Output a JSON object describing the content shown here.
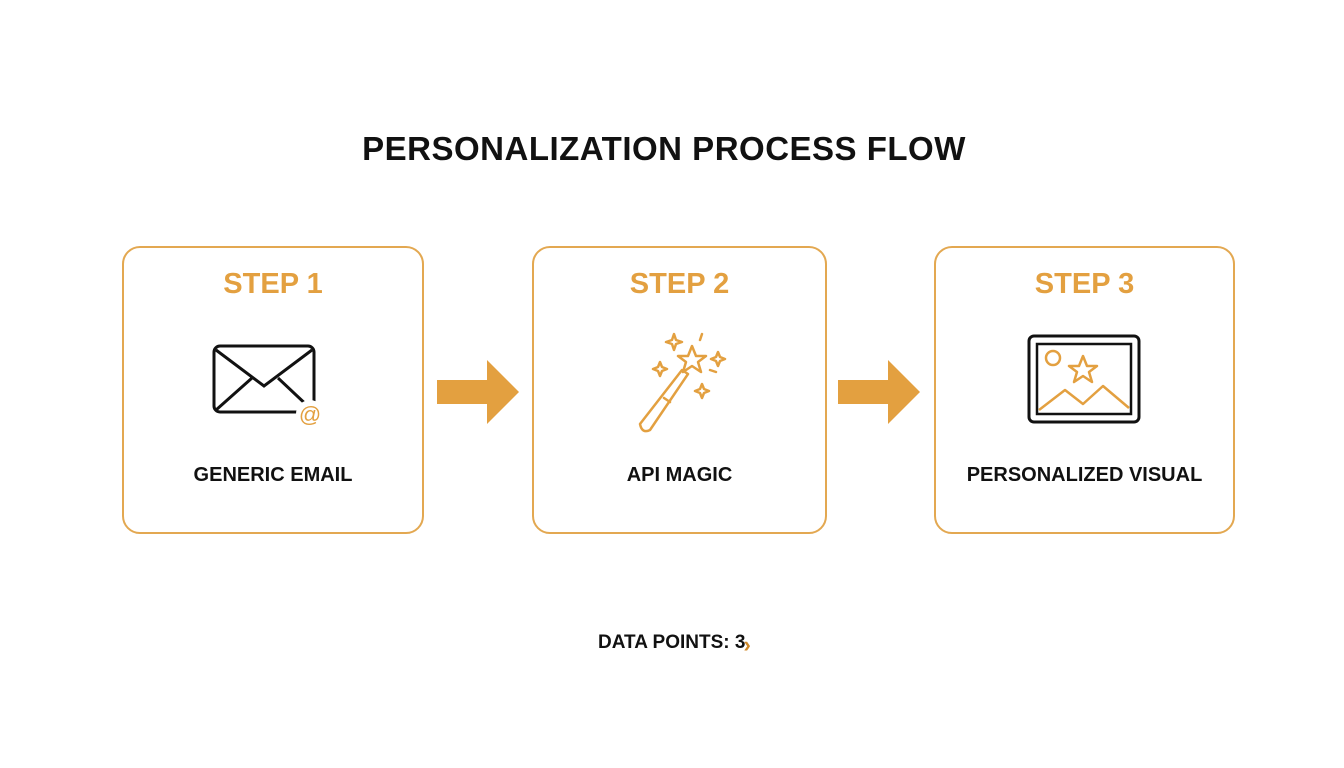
{
  "title": "PERSONALIZATION PROCESS FLOW",
  "steps": [
    {
      "step": "STEP 1",
      "label": "GENERIC EMAIL",
      "icon": "email-icon"
    },
    {
      "step": "STEP 2",
      "label": "API MAGIC",
      "icon": "magic-wand-icon"
    },
    {
      "step": "STEP 3",
      "label": "PERSONALIZED VISUAL",
      "icon": "image-icon"
    }
  ],
  "footer": {
    "text": "DATA POINTS: 3",
    "chevron": "›"
  },
  "colors": {
    "accent": "#E3A040",
    "border": "#E3A851"
  }
}
